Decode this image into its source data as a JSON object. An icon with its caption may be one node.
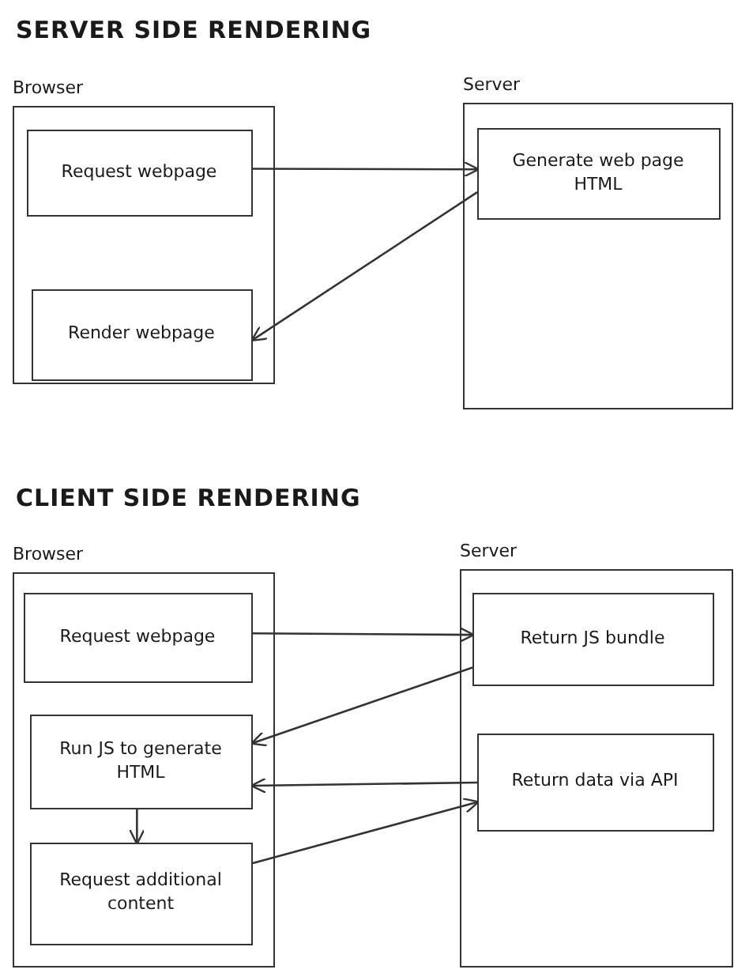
{
  "diagram": {
    "nodes": [
      {
        "text": [
          "Browser"
        ]
      },
      {
        "text": [
          "Request webpage"
        ],
        "in": 0
      },
      {
        "text": [
          "Render webpage"
        ],
        "in": 0
      },
      {
        "text": [
          "Server"
        ]
      },
      {
        "text": [
          "Generate web page HTML"
        ],
        "in": 3
      },
      {
        "text": [
          "Browser"
        ]
      },
      {
        "text": [
          "Request webpage"
        ],
        "in": 5
      },
      {
        "text": [
          "Run JS to generate HTML"
        ],
        "in": 5
      },
      {
        "text": [
          "Request additional content"
        ],
        "in": 5
      },
      {
        "text": [
          "Server"
        ]
      },
      {
        "text": [
          "Return JS bundle"
        ],
        "in": 9
      },
      {
        "text": [
          "Return data via API"
        ],
        "in": 9
      }
    ],
    "edges": [
      {
        "from": 1,
        "to": 4,
        "arrow": "to"
      },
      {
        "from": 4,
        "to": 2,
        "arrow": "to"
      },
      {
        "from": 6,
        "to": 10,
        "arrow": "to"
      },
      {
        "from": 10,
        "to": 7,
        "arrow": "to"
      },
      {
        "from": 11,
        "to": 7,
        "arrow": "to"
      },
      {
        "from": 7,
        "to": 8,
        "arrow": "to"
      },
      {
        "from": 8,
        "to": 11,
        "arrow": "to"
      }
    ],
    "labels": [
      "SERVER SIDE RENDERING",
      "CLIENT SIDE RENDERING"
    ]
  }
}
